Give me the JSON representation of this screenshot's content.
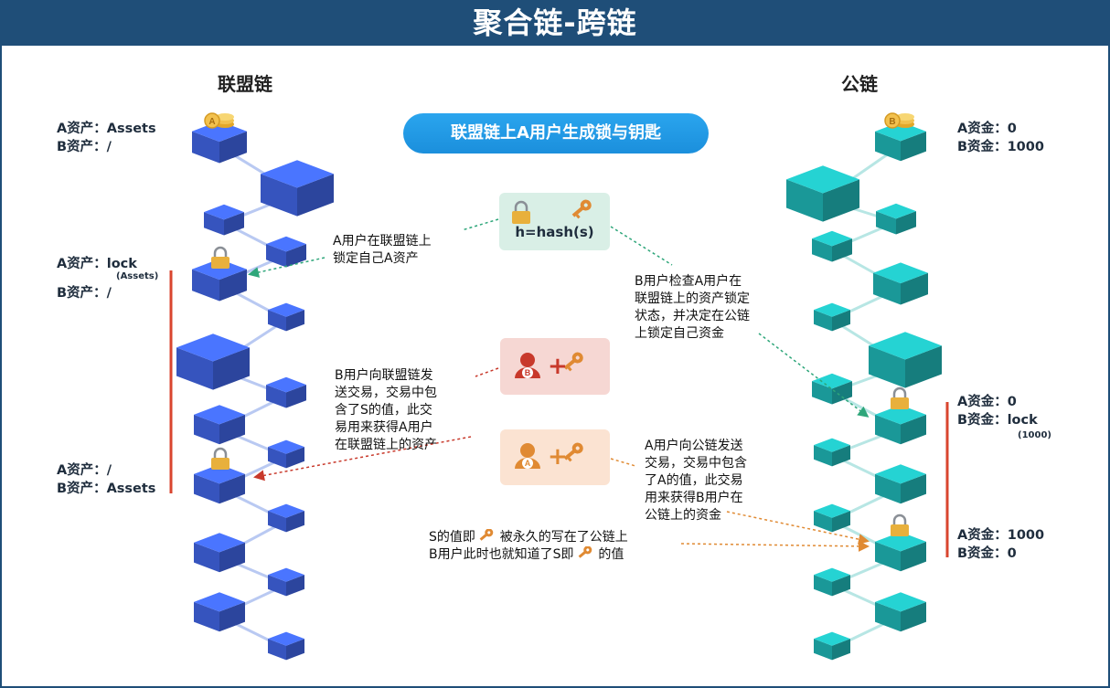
{
  "header": {
    "title": "聚合链-跨链"
  },
  "left_chain": {
    "title": "联盟链",
    "states": [
      {
        "a_label": "A资产：",
        "a_value": "Assets",
        "b_label": "B资产：",
        "b_value": "/"
      },
      {
        "a_label": "A资产：",
        "a_value": "lock",
        "a_sub": "(Assets)",
        "b_label": "B资产：",
        "b_value": "/"
      },
      {
        "a_label": "A资产：",
        "a_value": "/",
        "b_label": "B资产：",
        "b_value": "Assets"
      }
    ]
  },
  "right_chain": {
    "title": "公链",
    "states": [
      {
        "a_label": "A资金：",
        "a_value": "0",
        "b_label": "B资金：",
        "b_value": "1000"
      },
      {
        "a_label": "A资金：",
        "a_value": "0",
        "b_label": "B资金：",
        "b_value": "lock",
        "b_sub": "(1000)"
      },
      {
        "a_label": "A资金：",
        "a_value": "1000",
        "b_label": "B资金：",
        "b_value": "0"
      }
    ]
  },
  "pill": {
    "text": "联盟链上A用户生成锁与钥匙"
  },
  "hash_card": {
    "formula": "h=hash(s)"
  },
  "user_cards": {
    "b_badge": "B",
    "a_badge": "A",
    "plus": "+"
  },
  "coin_badges": {
    "left": "A",
    "right": "B"
  },
  "notes": {
    "lock_a": [
      "A用户在联盟链上",
      "锁定自己A资产"
    ],
    "check_b": [
      "B用户检查A用户在",
      "联盟链上的资产锁定",
      "状态，并决定在公链",
      "上锁定自己资金"
    ],
    "send_b": [
      "B用户向联盟链发",
      "送交易，交易中包",
      "含了S的值，此交",
      "易用来获得A用户",
      "在联盟链上的资产"
    ],
    "send_a": [
      "A用户向公链发送",
      "交易，交易中包含",
      "了A的值，此交易",
      "用来获得B用户在",
      "公链上的资金"
    ],
    "s_line1_pre": "S的值即",
    "s_line1_post": "被永久的写在了公链上",
    "s_line2_pre": "B用户此时也就知道了S即",
    "s_line2_post": "的值"
  },
  "colors": {
    "header_bg": "#1f4e78",
    "pill": "#1b8fdc",
    "left_cube": "#3f63e0",
    "right_cube": "#1fb3b3",
    "red_bar": "#d9452f",
    "lock_gold": "#e8b03c"
  }
}
